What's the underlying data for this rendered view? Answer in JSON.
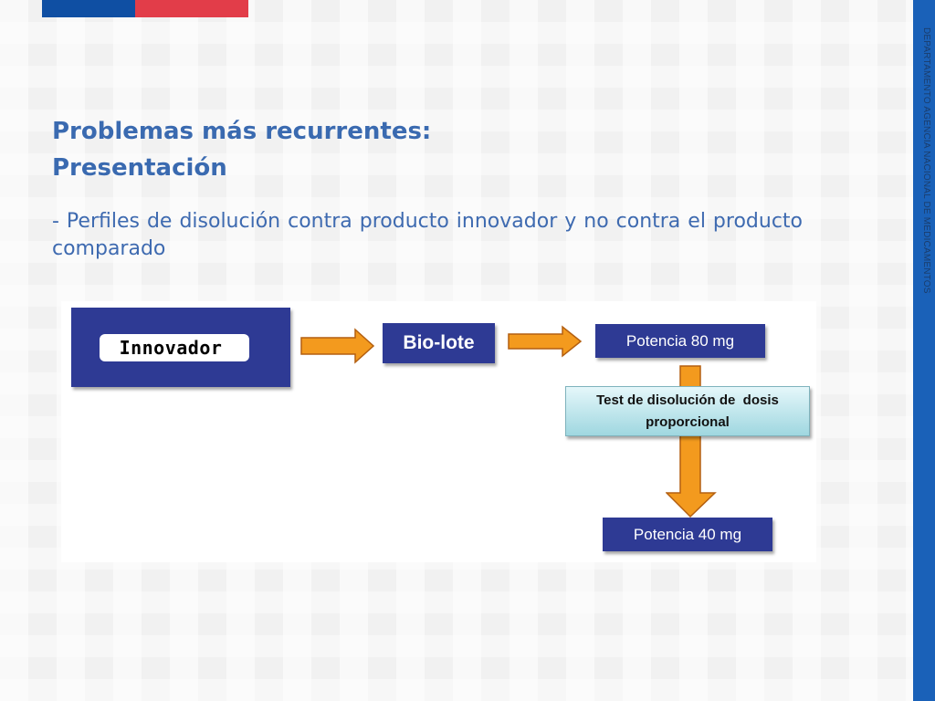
{
  "header": {
    "flag_colors": [
      "#0f4fa3",
      "#e23d49"
    ],
    "side_label": "DEPARTAMENTO AGENCIA NACIONAL DE MEDICAMENTOS"
  },
  "slide": {
    "title_line1": "Problemas más recurrentes:",
    "title_line2": "Presentación",
    "bullet": "- Perfiles de disolución contra producto innovador y no contra el producto comparado"
  },
  "diagram": {
    "nodes": {
      "innovador": "Innovador",
      "biolote": "Bio-lote",
      "potencia80": "Potencia 80 mg",
      "test_line1": "Test de disolución de  dosis",
      "test_line2": "proporcional",
      "potencia40": "Potencia 40 mg"
    },
    "colors": {
      "box": "#2e3a94",
      "arrow": "#f39a1e",
      "test_box": "#b9e6ec"
    }
  }
}
